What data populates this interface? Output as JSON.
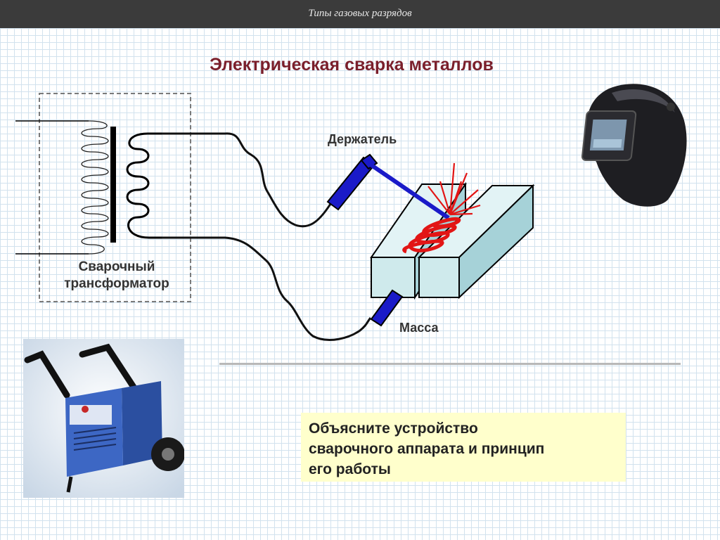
{
  "header": {
    "section_title": "Типы газовых разрядов"
  },
  "slide": {
    "title": "Электрическая сварка металлов"
  },
  "diagram": {
    "labels": {
      "transformer_line1": "Сварочный",
      "transformer_line2": "трансформатор",
      "holder": "Держатель",
      "mass": "Масса"
    },
    "colors": {
      "cable": "#111111",
      "electrode": "#1a1ac8",
      "arc": "#e21515",
      "metal_face": "#cfeaec",
      "metal_side": "#a6d2d8",
      "core": "#000000"
    }
  },
  "question": {
    "line1": "Объясните устройство",
    "line2": "сварочного аппарата и принцип",
    "line3": "его работы"
  },
  "images": {
    "welding_machine": {
      "icon": "welding-machine-photo"
    },
    "welding_helmet": {
      "icon": "welding-helmet-photo"
    }
  },
  "colors": {
    "title": "#7a1f2b",
    "header_bg": "#3b3b3b",
    "question_bg": "#ffffcc",
    "grid": "#d2e2ee"
  }
}
